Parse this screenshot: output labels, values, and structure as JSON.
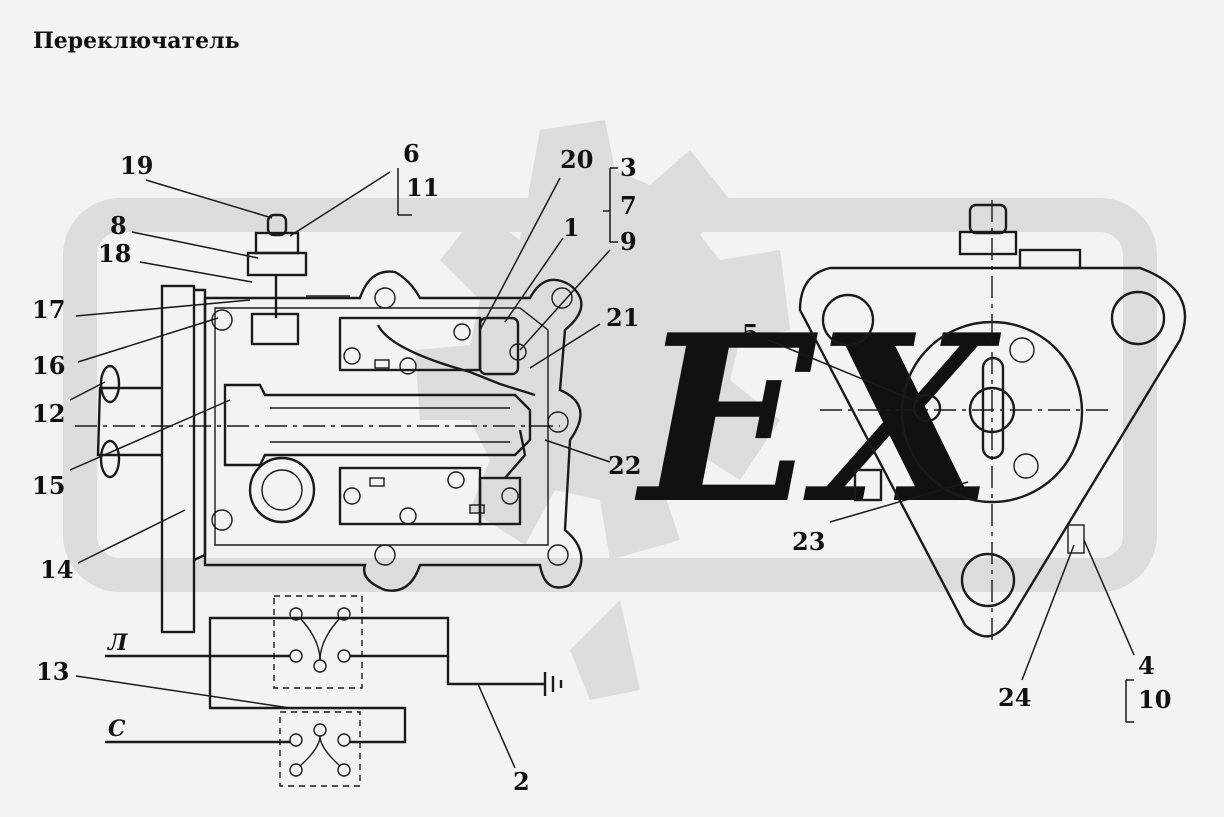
{
  "title": "Переключатель",
  "labels": {
    "l1": "1",
    "l2": "2",
    "l3": "3",
    "l4": "4",
    "l5": "5",
    "l6": "6",
    "l7": "7",
    "l8": "8",
    "l9": "9",
    "l10": "10",
    "l11": "11",
    "l12": "12",
    "l13": "13",
    "l14": "14",
    "l15": "15",
    "l16": "16",
    "l17": "17",
    "l18": "18",
    "l19": "19",
    "l20": "20",
    "l21": "21",
    "l22": "22",
    "l23": "23",
    "l24": "24"
  },
  "wires": {
    "left": "Л",
    "center": "С"
  },
  "watermark": "EX",
  "colors": {
    "ink": "#1a1a1a",
    "background": "#f3f3f3",
    "watermark": "#dcdcdc"
  }
}
